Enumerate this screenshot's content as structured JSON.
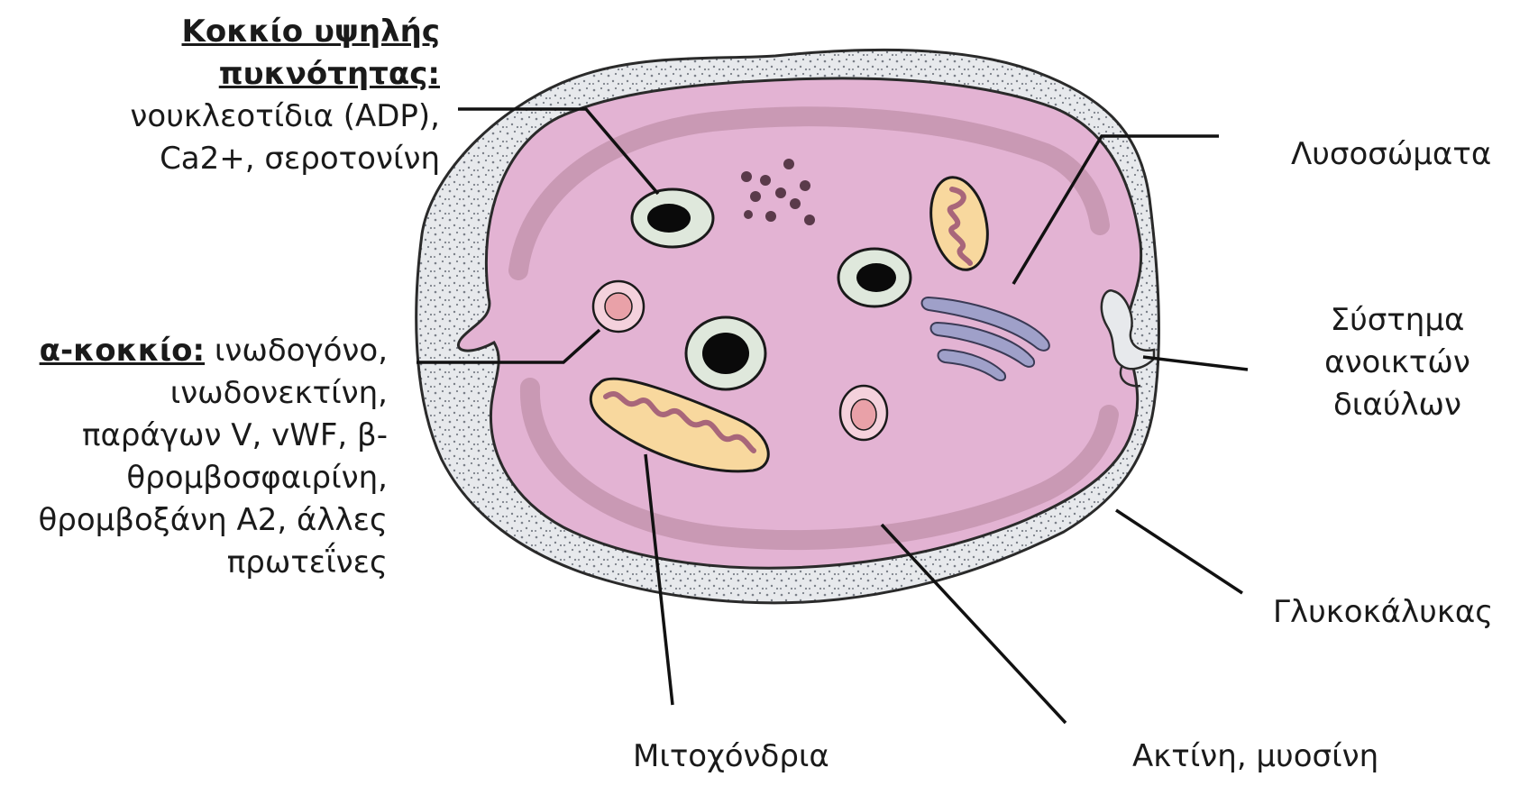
{
  "labels": {
    "dense_granule": {
      "title_line1": "Κοκκίο υψηλής",
      "title_line2": "πυκνότητας:",
      "line3": "νουκλεοτίδια (ADP),",
      "line4": "Ca2+, σεροτονίνη"
    },
    "alpha_granule": {
      "title": "α-κοκκίο:",
      "line1_rest": " ινωδογόνο,",
      "line2": "ινωδονεκτίνη,",
      "line3": "παράγων V, vWF, β-",
      "line4": "θρομβοσφαιρίνη,",
      "line5": "θρομβοξάνη Α2, άλλες",
      "line6": "πρωτεΐνες"
    },
    "lysosomes": "Λυσοσώματα",
    "open_canalicular": {
      "line1": "Σύστημα",
      "line2": "ανοικτών",
      "line3": "διαύλων"
    },
    "glycocalyx": "Γλυκοκάλυκας",
    "mitochondria": "Μιτοχόνδρια",
    "actin_myosin": "Ακτίνη, μυοσίνη"
  },
  "colors": {
    "cytoplasm": "#e3b3d3",
    "actin_band": "#c999b4",
    "glycocalyx": "#e7e9ec",
    "mitochondria_fill": "#f8d89e",
    "mitochondria_cristae": "#a8667a",
    "golgi": "#9fa0c9",
    "alpha_granule": "#e9a1a8",
    "dense_core": "#0a0a0a",
    "granule_ring": "#dfe8dc"
  }
}
